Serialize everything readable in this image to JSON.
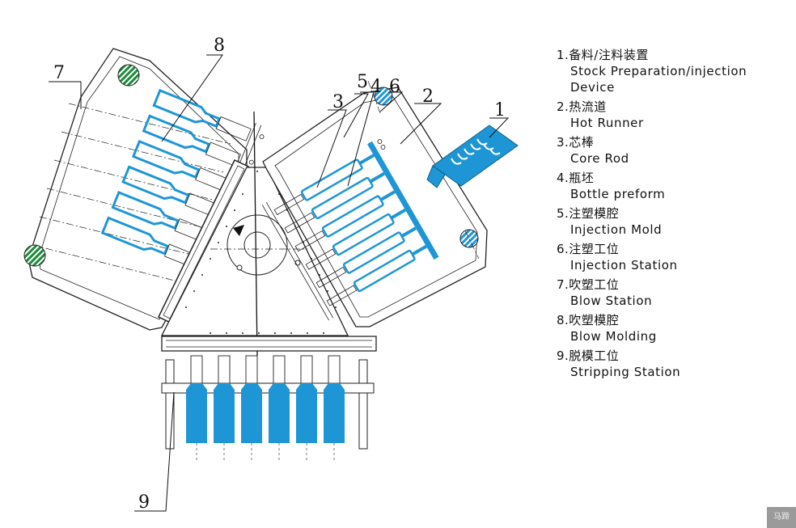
{
  "colors": {
    "accent": "#1e96d6",
    "stripe_green": "#1e8a3c",
    "line": "#222222"
  },
  "callouts": [
    "1",
    "2",
    "3",
    "4",
    "5",
    "6",
    "7",
    "8",
    "9"
  ],
  "legend": [
    {
      "zh": "1.备料/注料装置",
      "en": "Stock Preparation/injection Device"
    },
    {
      "zh": "2.热流道",
      "en": "Hot Runner"
    },
    {
      "zh": "3.芯棒",
      "en": "Core Rod"
    },
    {
      "zh": "4.瓶坯",
      "en": "Bottle preform"
    },
    {
      "zh": "5.注塑模腔",
      "en": "Injection Mold"
    },
    {
      "zh": "6.注塑工位",
      "en": "Injection Station"
    },
    {
      "zh": "7.吹塑工位",
      "en": "Blow Station"
    },
    {
      "zh": "8.吹塑模腔",
      "en": "Blow Molding"
    },
    {
      "zh": "9.脱模工位",
      "en": "Stripping Station"
    }
  ],
  "watermark": "马蹄"
}
